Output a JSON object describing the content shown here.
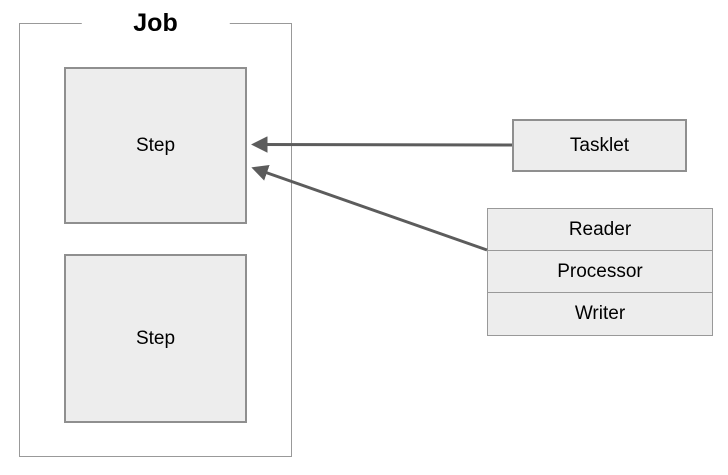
{
  "diagram": {
    "type": "architecture-diagram",
    "job": {
      "label": "Job",
      "steps": [
        {
          "label": "Step"
        },
        {
          "label": "Step"
        }
      ]
    },
    "tasklet": {
      "label": "Tasklet"
    },
    "chunk_stack": {
      "rows": [
        {
          "label": "Reader"
        },
        {
          "label": "Processor"
        },
        {
          "label": "Writer"
        }
      ]
    },
    "arrows": [
      {
        "from": "Tasklet",
        "to": "Step (first)",
        "direction": "right-to-left"
      },
      {
        "from": "Reader/Processor/Writer stack",
        "to": "Step (first)",
        "direction": "right-to-left diagonal"
      }
    ],
    "colors": {
      "background": "#ffffff",
      "box_fill": "#ededed",
      "box_border": "#8f8f8f",
      "container_border": "#999999",
      "arrow": "#5c5c5c",
      "text": "#000000"
    }
  }
}
